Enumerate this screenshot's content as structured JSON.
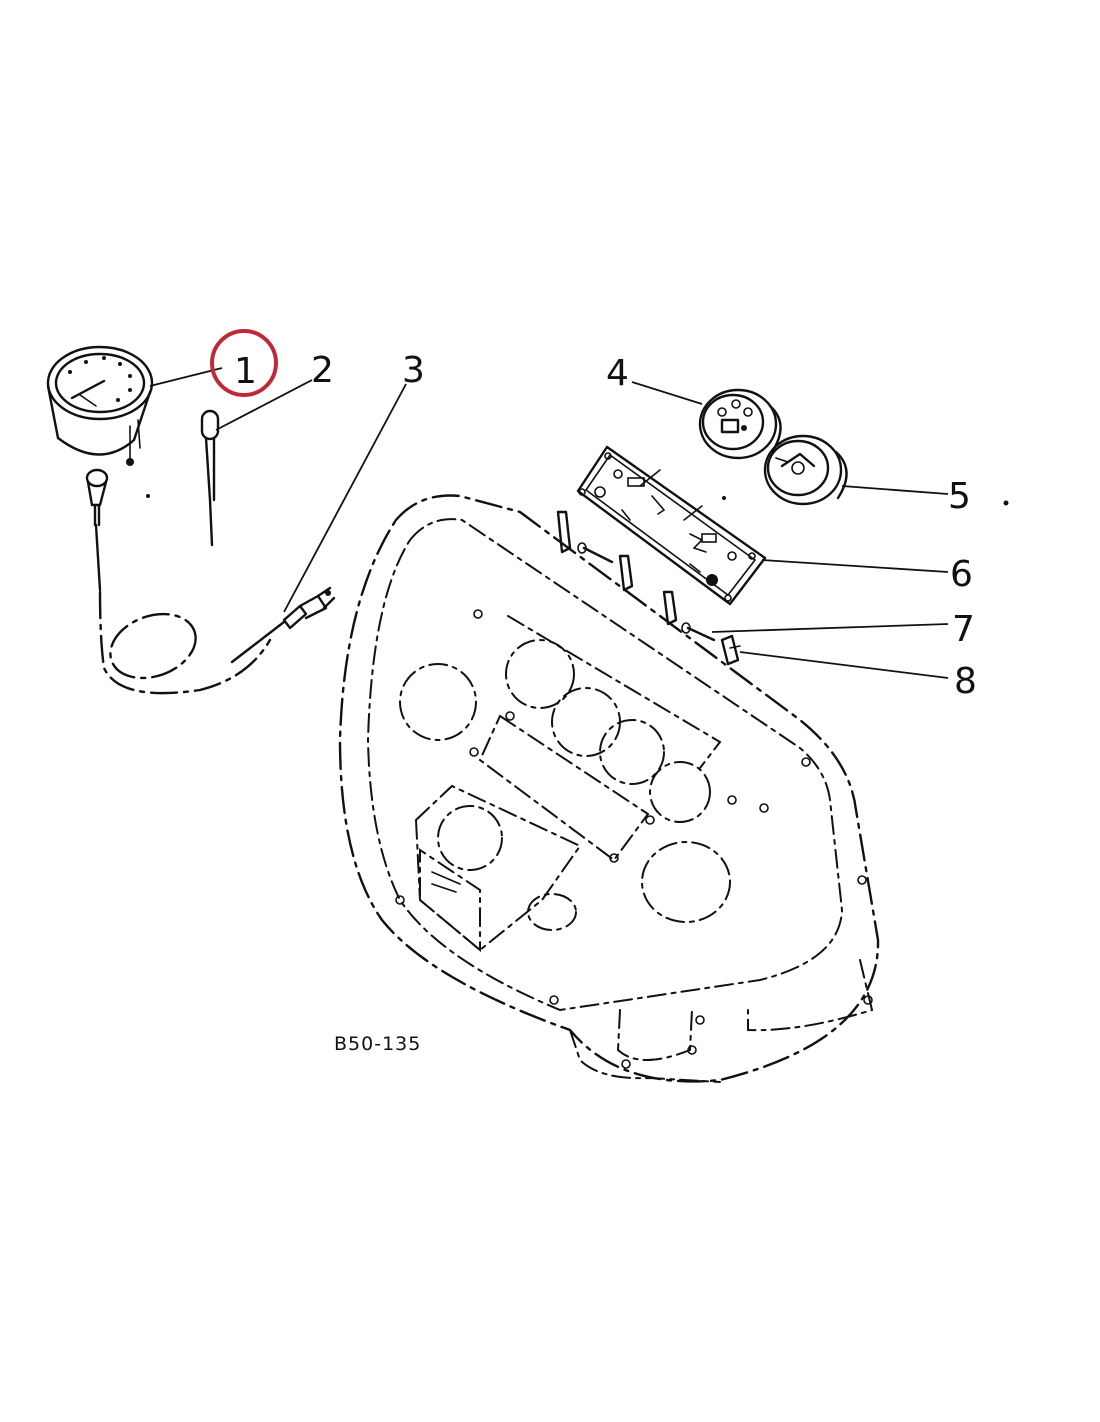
{
  "callouts": [
    {
      "label": "1",
      "highlighted": true
    },
    {
      "label": "2"
    },
    {
      "label": "3"
    },
    {
      "label": "4"
    },
    {
      "label": "5"
    },
    {
      "label": "6"
    },
    {
      "label": "7"
    },
    {
      "label": "8"
    }
  ],
  "reference_code": "B50-135",
  "highlight_color": "#c0283a",
  "icons": [
    "tachometer-gauge-icon",
    "temperature-gauge-icon",
    "fuel-gauge-icon",
    "warning-light-panel-icon"
  ]
}
